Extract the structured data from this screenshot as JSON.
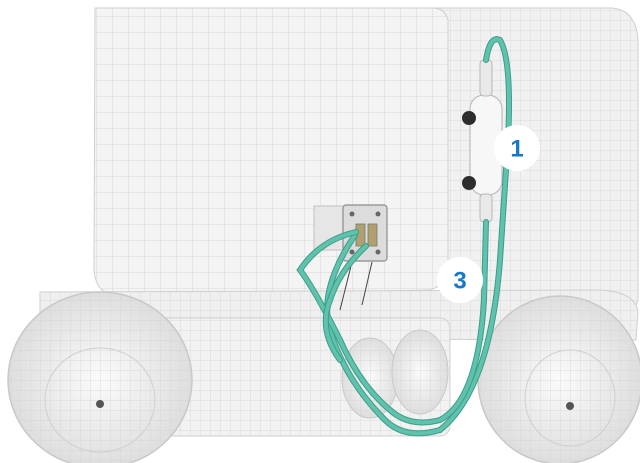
{
  "callouts": [
    {
      "id": "1",
      "label": "1"
    },
    {
      "id": "3",
      "label": "3"
    }
  ],
  "colors": {
    "cable": "#5fc2ad",
    "cable_dark": "#3e9c88",
    "callout_text": "#1777c8",
    "mesh_line": "#c9c9c9",
    "mesh_fill": "#f3f3f3",
    "wheel_fill": "#ececec",
    "connector": "#9a9a9a"
  }
}
